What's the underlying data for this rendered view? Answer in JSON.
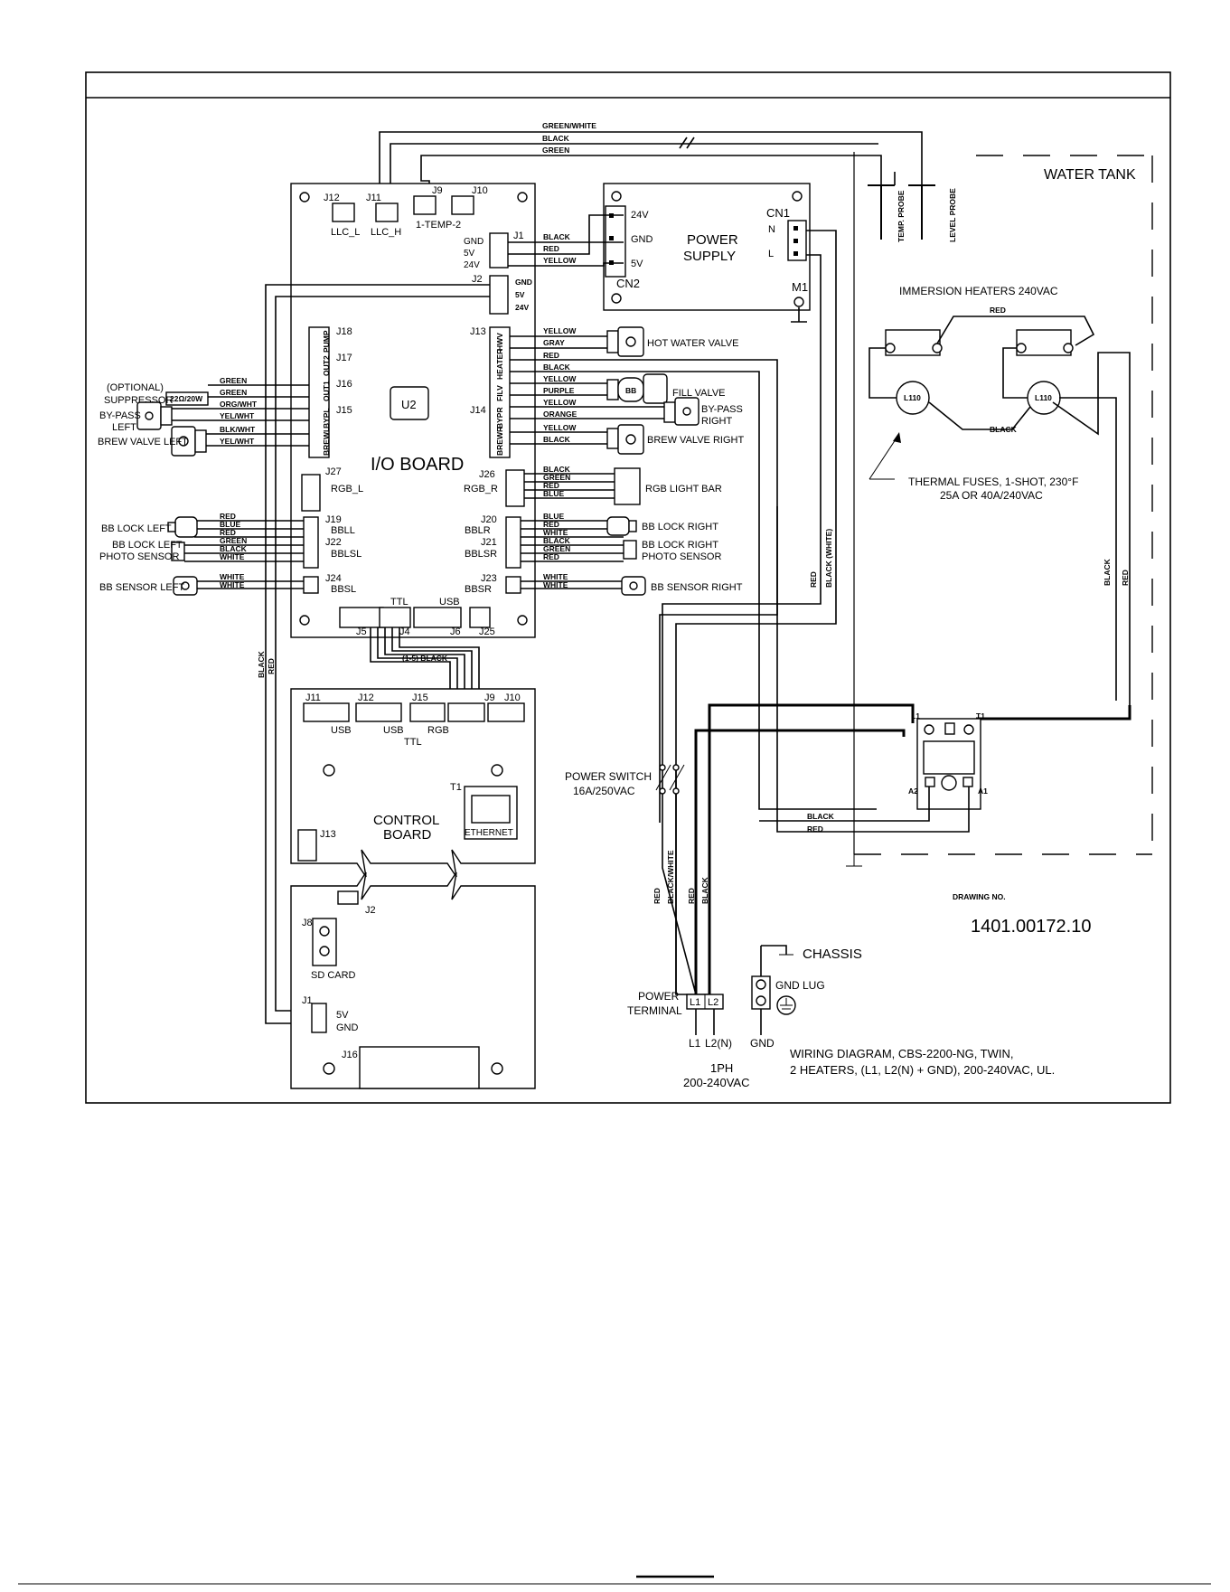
{
  "power_supply": {
    "title1": "POWER",
    "title2": "SUPPLY",
    "cn1": "CN1",
    "cn2": "CN2",
    "n": "N",
    "l": "L",
    "m1": "M1",
    "v24": "24V",
    "gnd": "GND",
    "v5": "5V"
  },
  "io_board": {
    "title": "I/O BOARD",
    "u2": "U2",
    "j12": "J12",
    "j11": "J11",
    "j9": "J9",
    "j10": "J10",
    "llc_l": "LLC_L",
    "llc_h": "LLC_H",
    "temp2": "1-TEMP-2",
    "j1": "J1",
    "j1_gnd": "GND",
    "j1_5v": "5V",
    "j1_24v": "24V",
    "j2": "J2",
    "j2_gnd": "GND",
    "j2_5v": "5V",
    "j2_24v": "24V",
    "j18": "J18",
    "j17": "J17",
    "j16": "J16",
    "j15": "J15",
    "j13": "J13",
    "j14": "J14",
    "j27": "J27",
    "rgb_l": "RGB_L",
    "j26": "J26",
    "rgb_r": "RGB_R",
    "j19": "J19",
    "bbll": "BBLL",
    "j22": "J22",
    "bblsl": "BBLSL",
    "j24": "J24",
    "bbsl": "BBSL",
    "j20": "J20",
    "bblr": "BBLR",
    "j21": "J21",
    "bblsr": "BBLSR",
    "j23": "J23",
    "bbsr": "BBSR",
    "j5": "J5",
    "j4": "J4",
    "j6": "J6",
    "j25": "J25",
    "ttl": "TTL",
    "usb": "USB",
    "pump": "PUMP",
    "out2": "OUT2",
    "out1": "OUT1",
    "bypl": "BYPL",
    "brewl": "BREWL",
    "hwv": "HWV",
    "heater": "HEATER",
    "filv": "FILV",
    "bypr": "BYPR",
    "brewr": "BREWR"
  },
  "wires": {
    "green_white": "GREEN/WHITE",
    "black": "BLACK",
    "green": "GREEN",
    "red": "RED",
    "yellow": "YELLOW",
    "gray": "GRAY",
    "purple": "PURPLE",
    "orange": "ORANGE",
    "blue": "BLUE",
    "white": "WHITE",
    "org_wht": "ORG/WHT",
    "yel_wht": "YEL/WHT",
    "blk_wht": "BLK/WHT",
    "black_white_paren": "BLACK (WHITE)",
    "black_white": "BLACK/WHITE",
    "one_five_black": "(1-5) BLACK"
  },
  "components": {
    "hot_water_valve": "HOT WATER VALVE",
    "fill_valve": "FILL VALVE",
    "bypass_right_1": "BY-PASS",
    "bypass_right_2": "RIGHT",
    "brew_valve_right": "BREW VALVE RIGHT",
    "rgb_light_bar": "RGB LIGHT BAR",
    "bb_lock_right": "BB LOCK RIGHT",
    "bb_lock_right_ps1": "BB LOCK RIGHT",
    "bb_lock_right_ps2": "PHOTO SENSOR",
    "bb_sensor_right": "BB SENSOR RIGHT",
    "optional": "(OPTIONAL)",
    "suppressor": "SUPPRESSOR",
    "suppressor_val": "22Ω/20W",
    "bypass_left_1": "BY-PASS",
    "bypass_left_2": "LEFT",
    "brew_valve_left": "BREW VALVE LEFT",
    "bb_lock_left": "BB LOCK LEFT",
    "bb_lock_left_ps1": "BB LOCK LEFT",
    "bb_lock_left_ps2": "PHOTO SENSOR",
    "bb_sensor_left": "BB SENSOR LEFT",
    "bb": "BB"
  },
  "water_tank": {
    "title": "WATER TANK",
    "temp_probe": "TEMP. PROBE",
    "level_probe": "LEVEL PROBE",
    "heaters": "IMMERSION HEATERS 240VAC",
    "l110": "L110",
    "fuses_1": "THERMAL FUSES, 1-SHOT, 230°F",
    "fuses_2": "25A OR 40A/240VAC"
  },
  "ssr": {
    "l1": "L1",
    "t1": "T1",
    "a1": "A1",
    "a2": "A2"
  },
  "control_board": {
    "title1": "CONTROL",
    "title2": "BOARD",
    "j11": "J11",
    "j12": "J12",
    "j15": "J15",
    "j9": "J9",
    "j10": "J10",
    "usb1": "USB",
    "usb2": "USB",
    "rgb": "RGB",
    "ttl": "TTL",
    "t1": "T1",
    "ethernet": "ETHERNET",
    "j13": "J13",
    "j2": "J2",
    "j8": "J8",
    "sd_card": "SD CARD",
    "j1": "J1",
    "v5": "5V",
    "gnd": "GND",
    "j16": "J16"
  },
  "power": {
    "switch": "POWER SWITCH",
    "switch_rating": "16A/250VAC",
    "terminal1": "POWER",
    "terminal2": "TERMINAL",
    "t_l1": "L1",
    "t_l2": "L2",
    "l1": "L1",
    "l2n": "L2(N)",
    "gnd": "GND",
    "chassis": "CHASSIS",
    "gnd_lug": "GND LUG",
    "phase": "1PH",
    "voltage": "200-240VAC"
  },
  "title_block": {
    "drawing_no_label": "DRAWING NO.",
    "drawing_no": "1401.00172.10",
    "caption1": "WIRING DIAGRAM, CBS-2200-NG, TWIN,",
    "caption2": "2 HEATERS, (L1, L2(N) + GND), 200-240VAC, UL."
  }
}
